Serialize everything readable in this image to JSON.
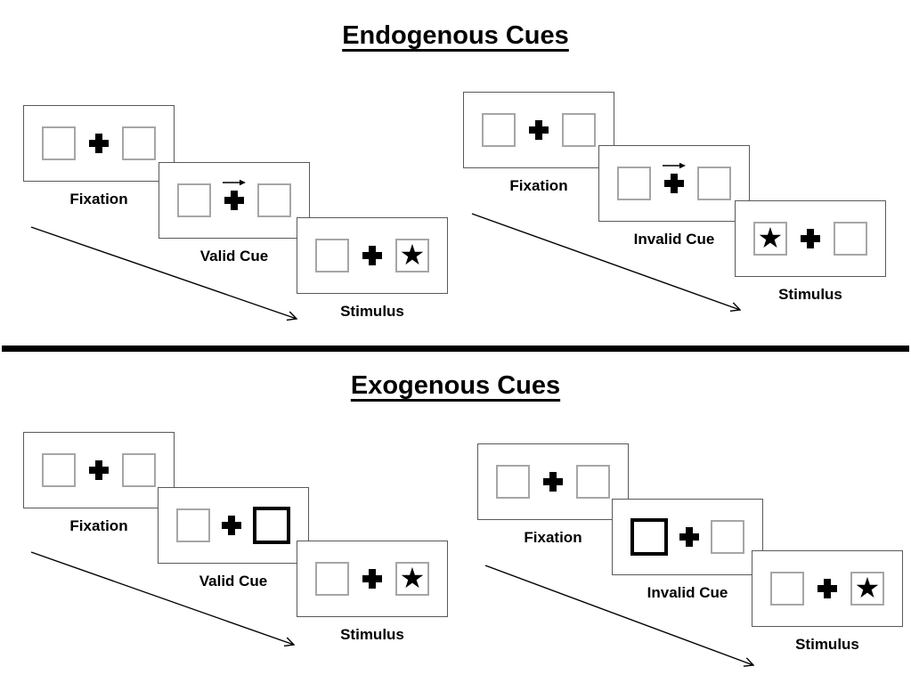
{
  "glyphs": {
    "star": "★",
    "plus": "+",
    "cue_arrow": "→"
  },
  "colors": {
    "background": "#ffffff",
    "ink": "#000000",
    "panel_border": "#595959",
    "square_border": "#a6a6a6"
  },
  "sections": [
    {
      "title": "Endogenous Cues",
      "groups": [
        {
          "name": "valid",
          "panels": [
            {
              "label": "Fixation",
              "left": {
                "content": "empty",
                "border": "gray"
              },
              "right": {
                "content": "empty",
                "border": "gray"
              },
              "arrow": false
            },
            {
              "label": "Valid Cue",
              "left": {
                "content": "empty",
                "border": "gray"
              },
              "right": {
                "content": "empty",
                "border": "gray"
              },
              "arrow": true
            },
            {
              "label": "Stimulus",
              "left": {
                "content": "empty",
                "border": "gray"
              },
              "right": {
                "content": "star",
                "border": "gray"
              },
              "arrow": false
            }
          ]
        },
        {
          "name": "invalid",
          "panels": [
            {
              "label": "Fixation",
              "left": {
                "content": "empty",
                "border": "gray"
              },
              "right": {
                "content": "empty",
                "border": "gray"
              },
              "arrow": false
            },
            {
              "label": "Invalid Cue",
              "left": {
                "content": "empty",
                "border": "gray"
              },
              "right": {
                "content": "empty",
                "border": "gray"
              },
              "arrow": true
            },
            {
              "label": "Stimulus",
              "left": {
                "content": "star",
                "border": "gray"
              },
              "right": {
                "content": "empty",
                "border": "gray"
              },
              "arrow": false
            }
          ]
        }
      ]
    },
    {
      "title": "Exogenous Cues",
      "groups": [
        {
          "name": "valid",
          "panels": [
            {
              "label": "Fixation",
              "left": {
                "content": "empty",
                "border": "gray"
              },
              "right": {
                "content": "empty",
                "border": "gray"
              },
              "arrow": false
            },
            {
              "label": "Valid Cue",
              "left": {
                "content": "empty",
                "border": "gray"
              },
              "right": {
                "content": "empty",
                "border": "thick"
              },
              "arrow": false
            },
            {
              "label": "Stimulus",
              "left": {
                "content": "empty",
                "border": "gray"
              },
              "right": {
                "content": "star",
                "border": "gray"
              },
              "arrow": false
            }
          ]
        },
        {
          "name": "invalid",
          "panels": [
            {
              "label": "Fixation",
              "left": {
                "content": "empty",
                "border": "gray"
              },
              "right": {
                "content": "empty",
                "border": "gray"
              },
              "arrow": false
            },
            {
              "label": "Invalid Cue",
              "left": {
                "content": "empty",
                "border": "thick"
              },
              "right": {
                "content": "empty",
                "border": "gray"
              },
              "arrow": false
            },
            {
              "label": "Stimulus",
              "left": {
                "content": "empty",
                "border": "gray"
              },
              "right": {
                "content": "star",
                "border": "gray"
              },
              "arrow": false
            }
          ]
        }
      ]
    }
  ]
}
